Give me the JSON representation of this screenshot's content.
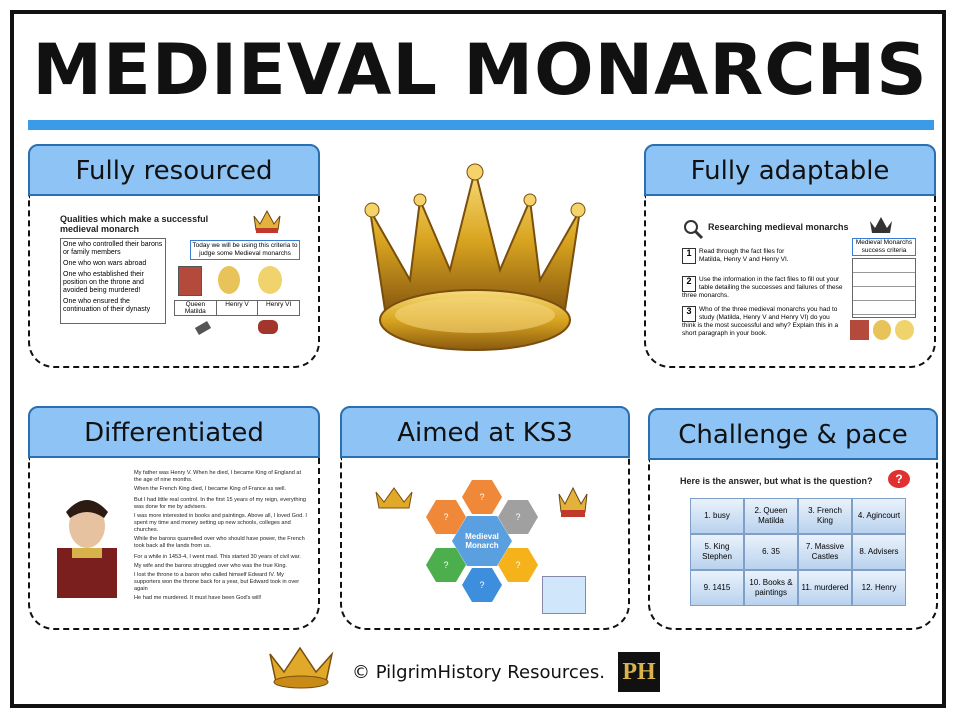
{
  "title": "MEDIEVAL MONARCHS",
  "cards": {
    "fully_resourced": {
      "heading": "Fully resourced",
      "preview_title": "Qualities which make a successful medieval monarch",
      "list": [
        "One who controlled their barons or family members",
        "One who won wars abroad",
        "One who established their position on the throne and avoided being murdered!",
        "One who ensured the continuation of their dynasty"
      ],
      "callout": "Today we will be using this criteria to judge some Medieval monarchs",
      "monarchs": [
        "Queen Matilda",
        "Henry V",
        "Henry VI"
      ]
    },
    "fully_adaptable": {
      "heading": "Fully adaptable",
      "preview_title": "Researching medieval monarchs",
      "steps": [
        "Read through the fact files for Matilda, Henry V and Henry VI.",
        "Use the information in the fact files to fill out your table detailing the successes and failures of these three monarchs.",
        "Who of the three medieval monarchs you had to study (Matilda, Henry V and Henry VI) do you think is the most successful and why? Explain this in a short paragraph in your book."
      ],
      "side_box": "Medieval Monarchs success criteria"
    },
    "differentiated": {
      "heading": "Differentiated",
      "bullets": [
        "My father was Henry V. When he died, I became King of England at the age of nine months.",
        "When the French King died, I became King of France as well.",
        "But I had little real control. In the first 15 years of my reign, everything was done for me by advisers.",
        "I was more interested in books and paintings. Above all, I loved God. I spent my time and money setting up new schools, colleges and churches.",
        "While the barons quarrelled over who should have power, the French took back all the lands from us.",
        "For a while in 1453-4, I went mad. This started 30 years of civil war.",
        "My wife and the barons struggled over who was the true King.",
        "I lost the throne to a baron who called himself Edward IV. My supporters won the throne back for a year, but Edward took in over again",
        "He had me murdered. It must have been God's will!"
      ]
    },
    "aimed_ks3": {
      "heading": "Aimed at KS3",
      "center_label": "Medieval Monarch",
      "hex_label": "?"
    },
    "challenge": {
      "heading": "Challenge & pace",
      "question": "Here is the answer, but what is the question?",
      "grid": [
        "1. busy",
        "2. Queen Matilda",
        "3. French King",
        "4. Agincourt",
        "5. King Stephen",
        "6. 35",
        "7. Massive Castles",
        "8. Advisers",
        "9. 1415",
        "10. Books & paintings",
        "11. murdered",
        "12. Henry"
      ]
    }
  },
  "footer": {
    "copyright": "© PilgrimHistory Resources.",
    "logo": "PH"
  },
  "colors": {
    "accent": "#3a9be8",
    "card_head": "#8ec4f5",
    "gold": "#d9a520"
  }
}
